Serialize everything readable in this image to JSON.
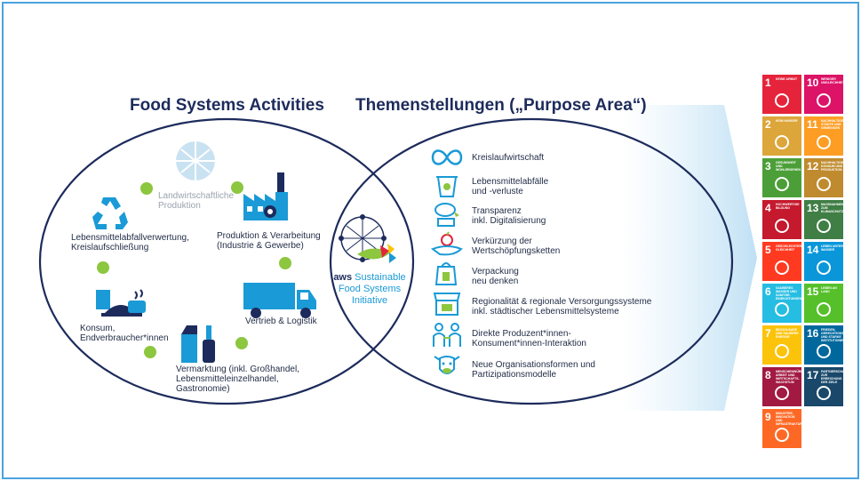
{
  "titles": {
    "activities": "Food Systems Activities",
    "purpose": "Themenstellungen („Purpose Area“)"
  },
  "activities": {
    "landwirtschaft": "Landwirtschaftliche\nProduktion",
    "produktion": "Produktion & Verarbeitung\n(Industrie & Gewerbe)",
    "vertrieb": "Vertrieb & Logistik",
    "vermarktung": "Vermarktung (inkl. Großhandel,\nLebensmitteleinzelhandel,\nGastronomie)",
    "konsum": "Konsum,\nEndverbraucher*innen",
    "abfall": "Lebensmittelabfallverwertung,\nKreislaufschließung"
  },
  "center": {
    "brand": "aws",
    "line1": "Sustainable",
    "line2": "Food Systems",
    "line3": "Initiative"
  },
  "purpose_areas": [
    {
      "label": "Kreislaufwirtschaft",
      "icon": "infinity-icon"
    },
    {
      "label": "Lebensmittelabfälle\nund -verluste",
      "icon": "trash-bin-icon"
    },
    {
      "label": "Transparenz\ninkl. Digitalisierung",
      "icon": "tablet-chat-icon"
    },
    {
      "label": "Verkürzung der\nWertschöpfungsketten",
      "icon": "hand-apple-icon"
    },
    {
      "label": "Verpackung\nneu denken",
      "icon": "shopping-bag-icon"
    },
    {
      "label": "Regionalität & regionale Versorgungssysteme\ninkl. städtischer Lebensmittelsysteme",
      "icon": "market-stall-icon"
    },
    {
      "label": "Direkte Produzent*innen-\nKonsument*innen-Interaktion",
      "icon": "people-exchange-icon"
    },
    {
      "label": "Neue Organisationsformen und\nPartizipationsmodelle",
      "icon": "cow-icon"
    }
  ],
  "sdgs": [
    {
      "num": "1",
      "text": "Keine Armut",
      "color": "#e5243b"
    },
    {
      "num": "10",
      "text": "Weniger Ungleichheiten",
      "color": "#dd1367"
    },
    {
      "num": "2",
      "text": "Kein Hunger",
      "color": "#dda63a"
    },
    {
      "num": "11",
      "text": "Nachhaltige Städte und Gemeinden",
      "color": "#fd9d24"
    },
    {
      "num": "3",
      "text": "Gesundheit und Wohlergehen",
      "color": "#4c9f38"
    },
    {
      "num": "12",
      "text": "Nachhaltige/r Konsum und Produktion",
      "color": "#bf8b2e"
    },
    {
      "num": "4",
      "text": "Hochwertige Bildung",
      "color": "#c5192d"
    },
    {
      "num": "13",
      "text": "Massnahmen zum Klimaschutz",
      "color": "#3f7e44"
    },
    {
      "num": "5",
      "text": "Geschlechter-gleichheit",
      "color": "#ff3a21"
    },
    {
      "num": "14",
      "text": "Leben unter Wasser",
      "color": "#0a97d9"
    },
    {
      "num": "6",
      "text": "Sauberes Wasser und Sanitär-einrichtungen",
      "color": "#26bde2"
    },
    {
      "num": "15",
      "text": "Leben an Land",
      "color": "#56c02b"
    },
    {
      "num": "7",
      "text": "Bezahlbare und saubere Energie",
      "color": "#fcc30b"
    },
    {
      "num": "16",
      "text": "Frieden, Gerechtigkeit und starke Institutionen",
      "color": "#00689d"
    },
    {
      "num": "8",
      "text": "Menschenwürdige Arbeit und Wirtschafts-wachstum",
      "color": "#a21942"
    },
    {
      "num": "17",
      "text": "Partnerschaften zur Erreichung der Ziele",
      "color": "#19486a"
    },
    {
      "num": "9",
      "text": "Industrie, Innovation und Infrastruktur",
      "color": "#fd6925"
    }
  ],
  "colors": {
    "navy": "#1d2b5c",
    "blue": "#1a9ad6",
    "green_dot": "#8dc63f",
    "frame": "#4aa3df"
  }
}
